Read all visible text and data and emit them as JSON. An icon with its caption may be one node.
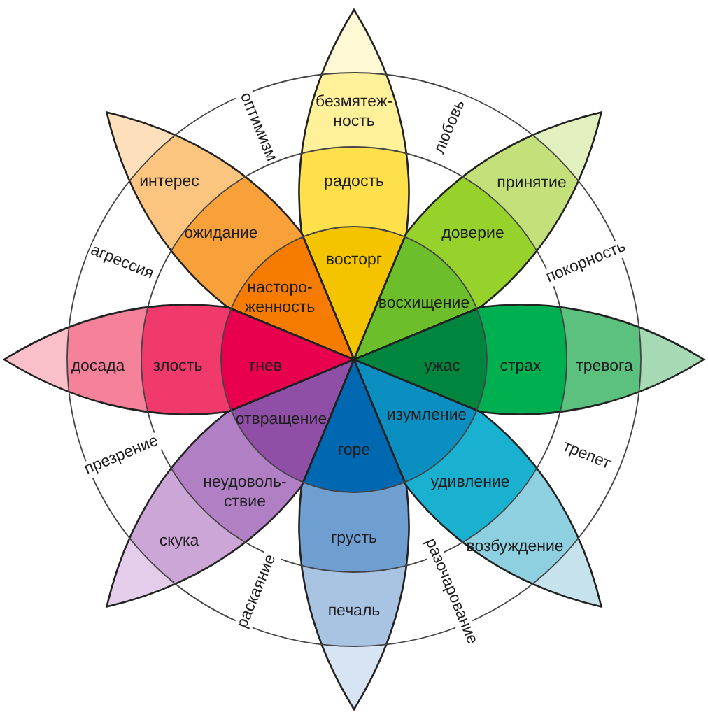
{
  "diagram": {
    "nodes": [
      {
        "text": [
          "безмятеж-ность"
        ]
      },
      {
        "text": [
          "радость"
        ]
      },
      {
        "text": [
          "восторг"
        ]
      },
      {
        "text": [
          "принятие"
        ]
      },
      {
        "text": [
          "доверие"
        ]
      },
      {
        "text": [
          "восхищение"
        ]
      },
      {
        "text": [
          "тревога"
        ]
      },
      {
        "text": [
          "страх"
        ]
      },
      {
        "text": [
          "ужас"
        ]
      },
      {
        "text": [
          "возбуждение"
        ]
      },
      {
        "text": [
          "удивление"
        ]
      },
      {
        "text": [
          "изумление"
        ]
      },
      {
        "text": [
          "печаль"
        ]
      },
      {
        "text": [
          "грусть"
        ]
      },
      {
        "text": [
          "горе"
        ]
      },
      {
        "text": [
          "скука"
        ]
      },
      {
        "text": [
          "неудоволь-ствие"
        ]
      },
      {
        "text": [
          "отвращение"
        ]
      },
      {
        "text": [
          "досада"
        ]
      },
      {
        "text": [
          "злость"
        ]
      },
      {
        "text": [
          "гнев"
        ]
      },
      {
        "text": [
          "интерес"
        ]
      },
      {
        "text": [
          "ожидание"
        ]
      },
      {
        "text": [
          "насторо-женность"
        ]
      }
    ],
    "labels": [
      "оптимизм",
      "любовь",
      "покорность",
      "трепет",
      "разочарование",
      "раскаяние",
      "презрение",
      "агрессия"
    ]
  }
}
